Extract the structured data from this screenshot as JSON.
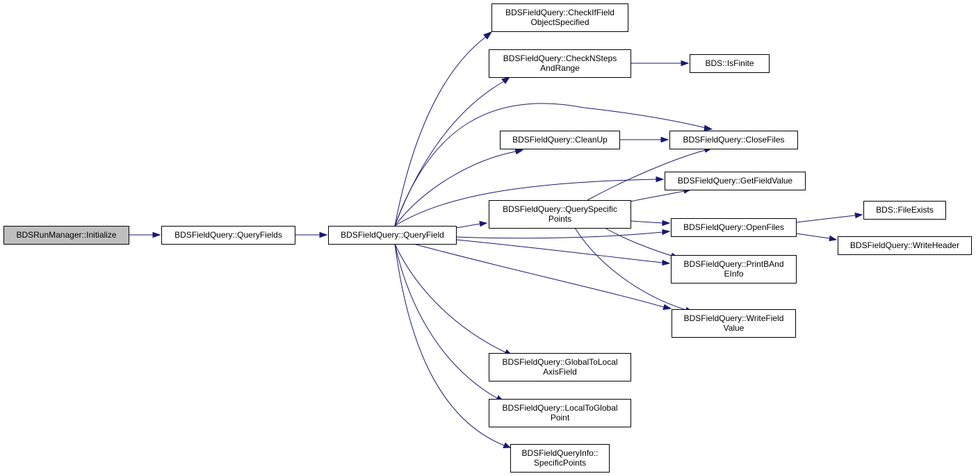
{
  "colors": {
    "edge": "#191970",
    "node_fill": "#ffffff",
    "root_fill": "#bfbfbf",
    "border": "#000000"
  },
  "nodes": {
    "initialize": {
      "lines": [
        "BDSRunManager::Initialize"
      ]
    },
    "query_fields": {
      "lines": [
        "BDSFieldQuery::QueryFields"
      ]
    },
    "query_field": {
      "lines": [
        "BDSFieldQuery::QueryField"
      ]
    },
    "check_if_field": {
      "lines": [
        "BDSFieldQuery::CheckIfField",
        "ObjectSpecified"
      ]
    },
    "check_nsteps": {
      "lines": [
        "BDSFieldQuery::CheckNSteps",
        "AndRange"
      ]
    },
    "is_finite": {
      "lines": [
        "BDS::IsFinite"
      ]
    },
    "clean_up": {
      "lines": [
        "BDSFieldQuery::CleanUp"
      ]
    },
    "close_files": {
      "lines": [
        "BDSFieldQuery::CloseFiles"
      ]
    },
    "get_field_value": {
      "lines": [
        "BDSFieldQuery::GetFieldValue"
      ]
    },
    "query_specific": {
      "lines": [
        "BDSFieldQuery::QuerySpecific",
        "Points"
      ]
    },
    "open_files": {
      "lines": [
        "BDSFieldQuery::OpenFiles"
      ]
    },
    "file_exists": {
      "lines": [
        "BDS::FileExists"
      ]
    },
    "write_header": {
      "lines": [
        "BDSFieldQuery::WriteHeader"
      ]
    },
    "print_band": {
      "lines": [
        "BDSFieldQuery::PrintBAnd",
        "EInfo"
      ]
    },
    "write_field": {
      "lines": [
        "BDSFieldQuery::WriteField",
        "Value"
      ]
    },
    "global_to_local": {
      "lines": [
        "BDSFieldQuery::GlobalToLocal",
        "AxisField"
      ]
    },
    "local_to_global": {
      "lines": [
        "BDSFieldQuery::LocalToGlobal",
        "Point"
      ]
    },
    "specific_points": {
      "lines": [
        "BDSFieldQueryInfo::",
        "SpecificPoints"
      ]
    }
  },
  "edges": [
    [
      "initialize",
      "query_fields"
    ],
    [
      "query_fields",
      "query_field"
    ],
    [
      "query_field",
      "check_if_field"
    ],
    [
      "query_field",
      "check_nsteps"
    ],
    [
      "query_field",
      "close_files"
    ],
    [
      "query_field",
      "clean_up"
    ],
    [
      "query_field",
      "get_field_value"
    ],
    [
      "query_field",
      "query_specific"
    ],
    [
      "query_field",
      "open_files"
    ],
    [
      "query_field",
      "print_band"
    ],
    [
      "query_field",
      "write_field"
    ],
    [
      "query_field",
      "global_to_local"
    ],
    [
      "query_field",
      "local_to_global"
    ],
    [
      "query_field",
      "specific_points"
    ],
    [
      "check_nsteps",
      "is_finite"
    ],
    [
      "clean_up",
      "close_files"
    ],
    [
      "query_specific",
      "close_files"
    ],
    [
      "query_specific",
      "get_field_value"
    ],
    [
      "query_specific",
      "open_files"
    ],
    [
      "query_specific",
      "print_band"
    ],
    [
      "query_specific",
      "write_field"
    ],
    [
      "open_files",
      "file_exists"
    ],
    [
      "open_files",
      "write_header"
    ]
  ]
}
